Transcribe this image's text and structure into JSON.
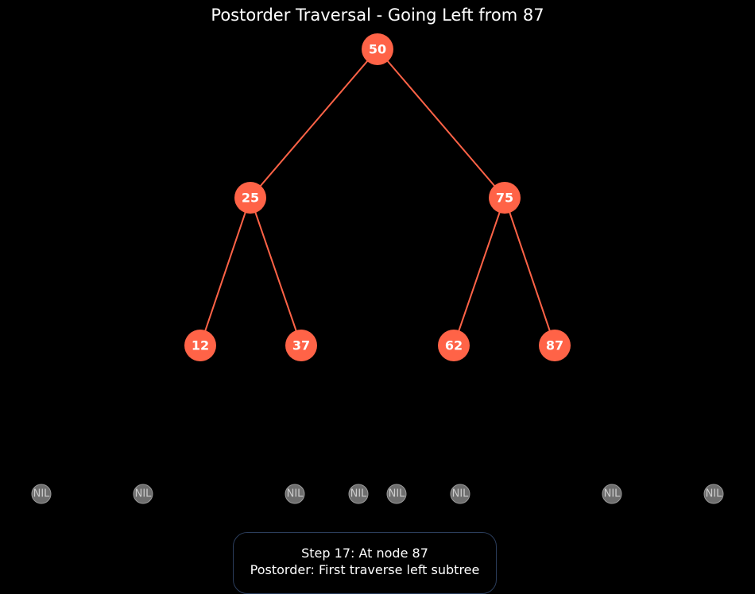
{
  "title": "Postorder Traversal - Going Left from 87",
  "colors": {
    "background": "#000000",
    "node_fill": "#ff6347",
    "edge": "#ff6347",
    "nil_fill": "#6e6e6e",
    "nil_stroke": "#9a9a9a",
    "text": "#ffffff",
    "box_border": "#2b3d5c"
  },
  "tree": {
    "nodes": [
      {
        "id": "n50",
        "label": "50"
      },
      {
        "id": "n25",
        "label": "25"
      },
      {
        "id": "n75",
        "label": "75"
      },
      {
        "id": "n12",
        "label": "12"
      },
      {
        "id": "n37",
        "label": "37"
      },
      {
        "id": "n62",
        "label": "62"
      },
      {
        "id": "n87",
        "label": "87"
      }
    ],
    "edges": [
      {
        "from": "n50",
        "to": "n25"
      },
      {
        "from": "n50",
        "to": "n75"
      },
      {
        "from": "n25",
        "to": "n12"
      },
      {
        "from": "n25",
        "to": "n37"
      },
      {
        "from": "n75",
        "to": "n62"
      },
      {
        "from": "n75",
        "to": "n87"
      }
    ],
    "nil_nodes": [
      {
        "id": "nil1",
        "label": "NIL"
      },
      {
        "id": "nil2",
        "label": "NIL"
      },
      {
        "id": "nil3",
        "label": "NIL"
      },
      {
        "id": "nil4",
        "label": "NIL"
      },
      {
        "id": "nil5",
        "label": "NIL"
      },
      {
        "id": "nil6",
        "label": "NIL"
      },
      {
        "id": "nil7",
        "label": "NIL"
      },
      {
        "id": "nil8",
        "label": "NIL"
      }
    ]
  },
  "status": {
    "line1": "Step 17: At node 87",
    "line2": "Postorder: First traverse left subtree"
  }
}
